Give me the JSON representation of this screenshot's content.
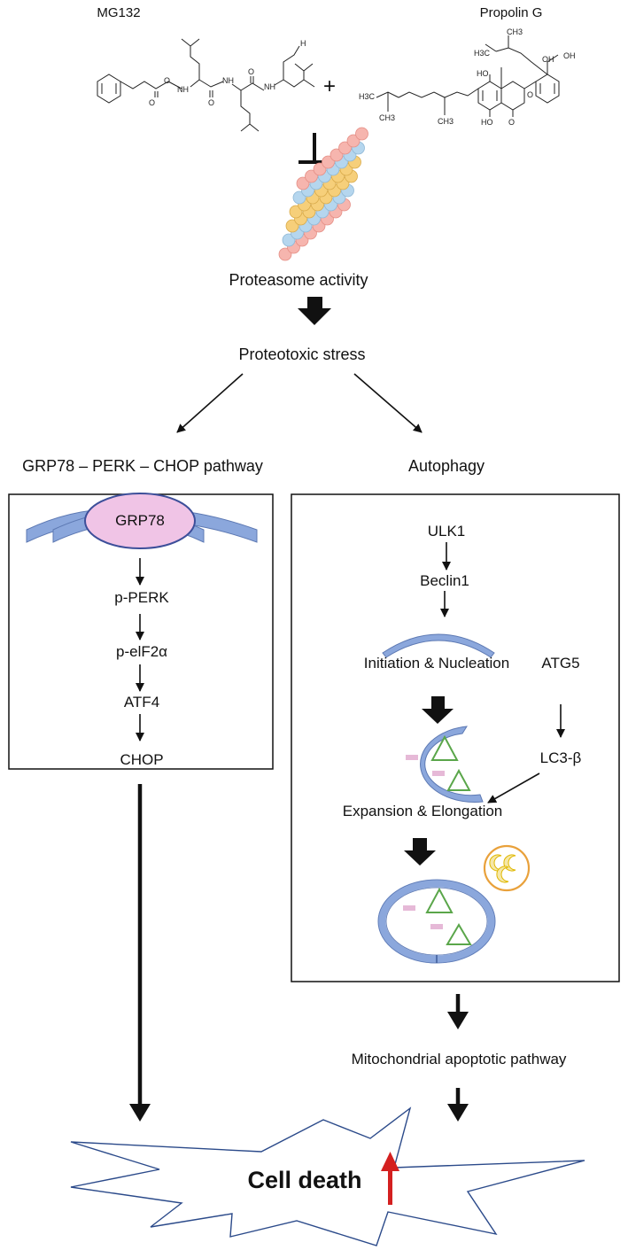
{
  "compounds": {
    "left_name": "MG132",
    "right_name": "Propolin G",
    "plus": "+",
    "mg132_atoms": {
      "o1": "O",
      "o2": "O",
      "o3": "O",
      "o4": "O",
      "nh1": "NH",
      "nh2": "NH",
      "nh3": "NH",
      "h": "H"
    },
    "propolin_atoms": {
      "h3c1": "H3C",
      "ch3a": "CH3",
      "ch3b": "CH3",
      "ch3c": "CH3",
      "h3c2": "H3C",
      "ho1": "HO",
      "ho2": "HO",
      "oh1": "OH",
      "oh2": "OH",
      "o1": "O",
      "o2": "O"
    }
  },
  "flow": {
    "proteasome": "Proteasome activity",
    "stress": "Proteotoxic stress",
    "left_branch": "GRP78 – PERK – CHOP pathway",
    "right_branch": "Autophagy"
  },
  "grp_box": {
    "receptor": "GRP78",
    "steps": [
      "p-PERK",
      "p-elF2α",
      "ATF4",
      "CHOP"
    ]
  },
  "autophagy_box": {
    "ulk1": "ULK1",
    "beclin1": "Beclin1",
    "initiation": "Initiation & Nucleation",
    "atg5": "ATG5",
    "lc3": "LC3-β",
    "expansion": "Expansion & Elongation"
  },
  "mito": "Mitochondrial apoptotic pathway",
  "outcome": "Cell death",
  "colors": {
    "membrane": "#8ba7dc",
    "grp78_fill": "#f0c4e6",
    "triangle": "#5aa64a",
    "pink_bar": "#e6b9d7",
    "lysosome": "#e9a13b",
    "burst": "#2b4a8a",
    "up_arrow": "#d42020"
  }
}
